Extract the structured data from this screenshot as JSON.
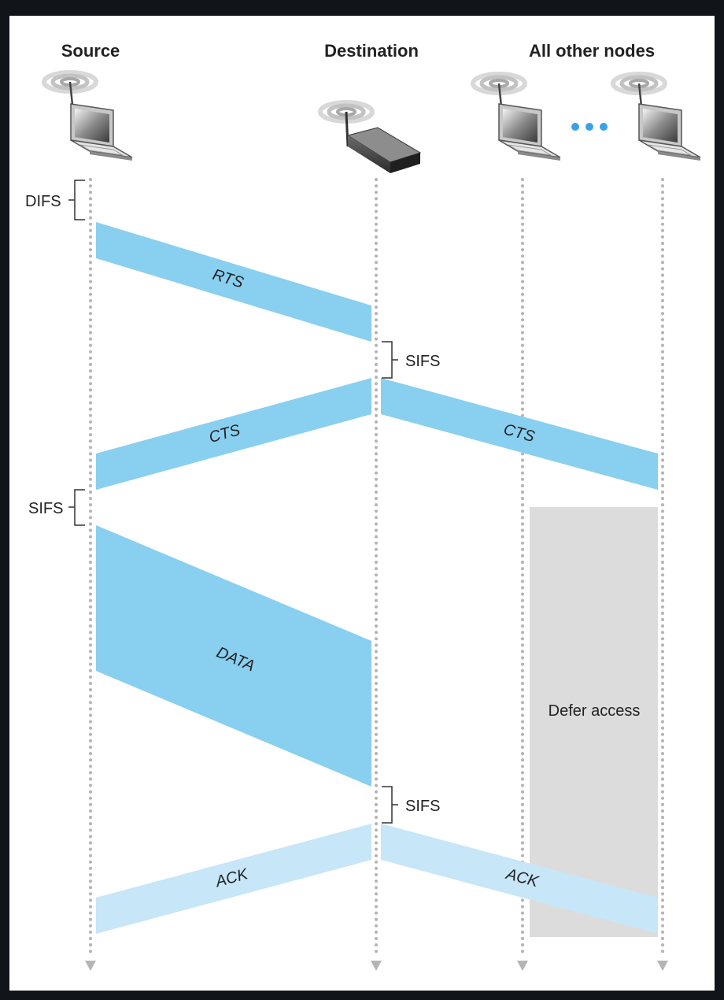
{
  "nodes": {
    "source": "Source",
    "destination": "Destination",
    "others": "All other nodes"
  },
  "messages": {
    "rts": "RTS",
    "cts": "CTS",
    "data": "DATA",
    "ack": "ACK"
  },
  "intervals": {
    "difs": "DIFS",
    "sifs": "SIFS"
  },
  "defer_label": "Defer access",
  "colors": {
    "control_frame": "#89cff0",
    "ack_frame": "#c7e6f8",
    "defer_region": "#dcdcdc",
    "ellipsis": "#3aa0e8"
  },
  "icons": [
    "laptop-icon",
    "wireless-router-icon",
    "wireless-signal-icon",
    "ellipsis-icon"
  ]
}
